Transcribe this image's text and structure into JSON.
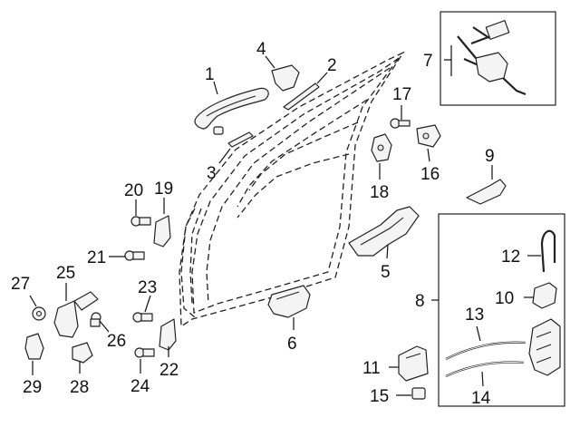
{
  "callouts": {
    "c1": "1",
    "c2": "2",
    "c3": "3",
    "c4": "4",
    "c5": "5",
    "c6": "6",
    "c7": "7",
    "c8": "8",
    "c9": "9",
    "c10": "10",
    "c11": "11",
    "c12": "12",
    "c13": "13",
    "c14": "14",
    "c15": "15",
    "c16": "16",
    "c17": "17",
    "c18": "18",
    "c19": "19",
    "c20": "20",
    "c21": "21",
    "c22": "22",
    "c23": "23",
    "c24": "24",
    "c25": "25",
    "c26": "26",
    "c27": "27",
    "c28": "28",
    "c29": "29"
  }
}
